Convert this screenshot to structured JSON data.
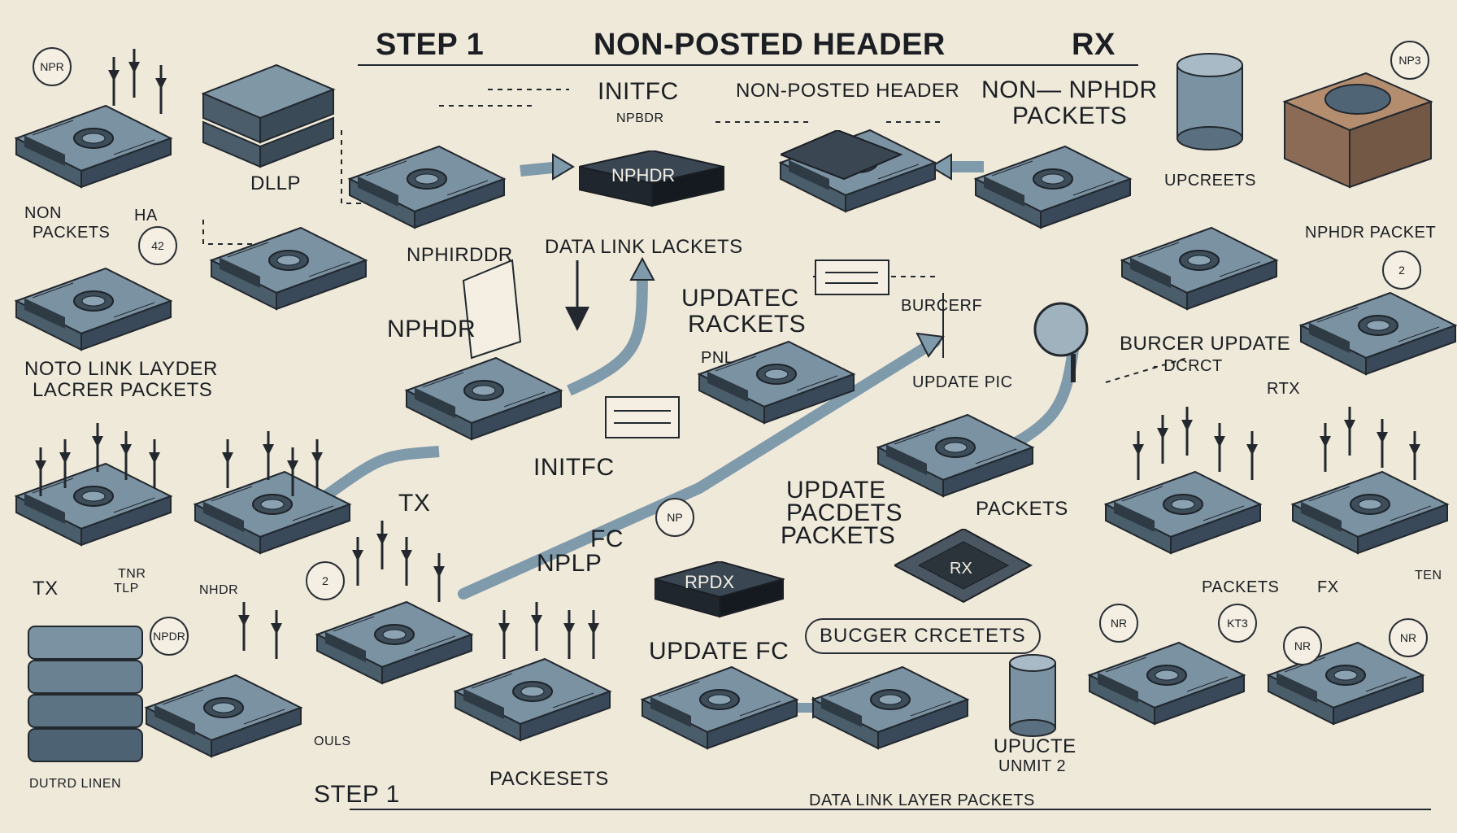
{
  "header": {
    "step": "STEP 1",
    "title": "NON-POSTED HEADER",
    "rx": "RX"
  },
  "labels": {
    "initfc_top": "INITFC",
    "npbdr_small": "NPBDR",
    "nonposted_header": "NON-POSTED HEADER",
    "non_nphdr": "NON— NPHDR",
    "packets_top": "PACKETS",
    "dllp": "DLLP",
    "non_left": "NON",
    "packets_left": "PACKETS",
    "ha": "HA",
    "nphirddr": "NPHIRDDR",
    "data_link_lackets": "DATA LINK LACKETS",
    "upcreets": "UPCREETS",
    "nphdr_packet": "NPHDR PACKET",
    "nphdr_mid": "NPHDR",
    "updatec": "UPDATEC",
    "rackets": "RACKETS",
    "burcerf": "BURCERF",
    "burcer_update": "BURCER UPDATE",
    "dcrct": "- DCRCT",
    "noto_link": "NOTO LINK LAYDER",
    "lacrer_packets": "LACRER PACKETS",
    "update_pic": "UPDATE PIC",
    "rtx": "RTX",
    "initfc_mid": "INITFC",
    "update_top": "UPDATE",
    "pacdets": "PACDETS",
    "packets_mid": "PACKETS",
    "packets_right": "PACKETS",
    "tx_mid": "TX",
    "fc": "FC",
    "nplp": "NPLP",
    "tx_left": "TX",
    "tnr": "TNR",
    "tlp": "TLP",
    "nhdr": "NHDR",
    "packets_lr": "PACKETS",
    "fx": "FX",
    "ten": "TEN",
    "update_fc": "UPDATE FC",
    "upucte": "UPUCTE",
    "unmit2": "UNMIT 2",
    "dutrd_linen": "DUTRD LINEN",
    "step_bottom": "STEP 1",
    "packsets": "PACKESETS",
    "data_link_layer_packets": "DATA LINK LAYER PACKETS",
    "ouls": "OULS",
    "pnl": "PNL"
  },
  "boxes": {
    "nphdr_box": "NPHDR",
    "rpdx_box": "RPDX",
    "rx_chip": "RX"
  },
  "bubbles": {
    "top_left": "NPR",
    "top_right": "NP3",
    "left_42": "42",
    "right_2": "2",
    "mid_2": "2",
    "npdr": "NPDR",
    "br_nr1": "NR",
    "br_kt3": "KT3",
    "br_nr2": "NR",
    "br_nr3": "NR",
    "mid_np": "NP"
  },
  "pill": {
    "text": "BUCGER CRCETETS"
  },
  "colors": {
    "background": "#efe9da",
    "card": "#5f7586",
    "card_dark": "#3a4a57",
    "arrow": "#7f9aab",
    "ink": "#1c1f24"
  }
}
